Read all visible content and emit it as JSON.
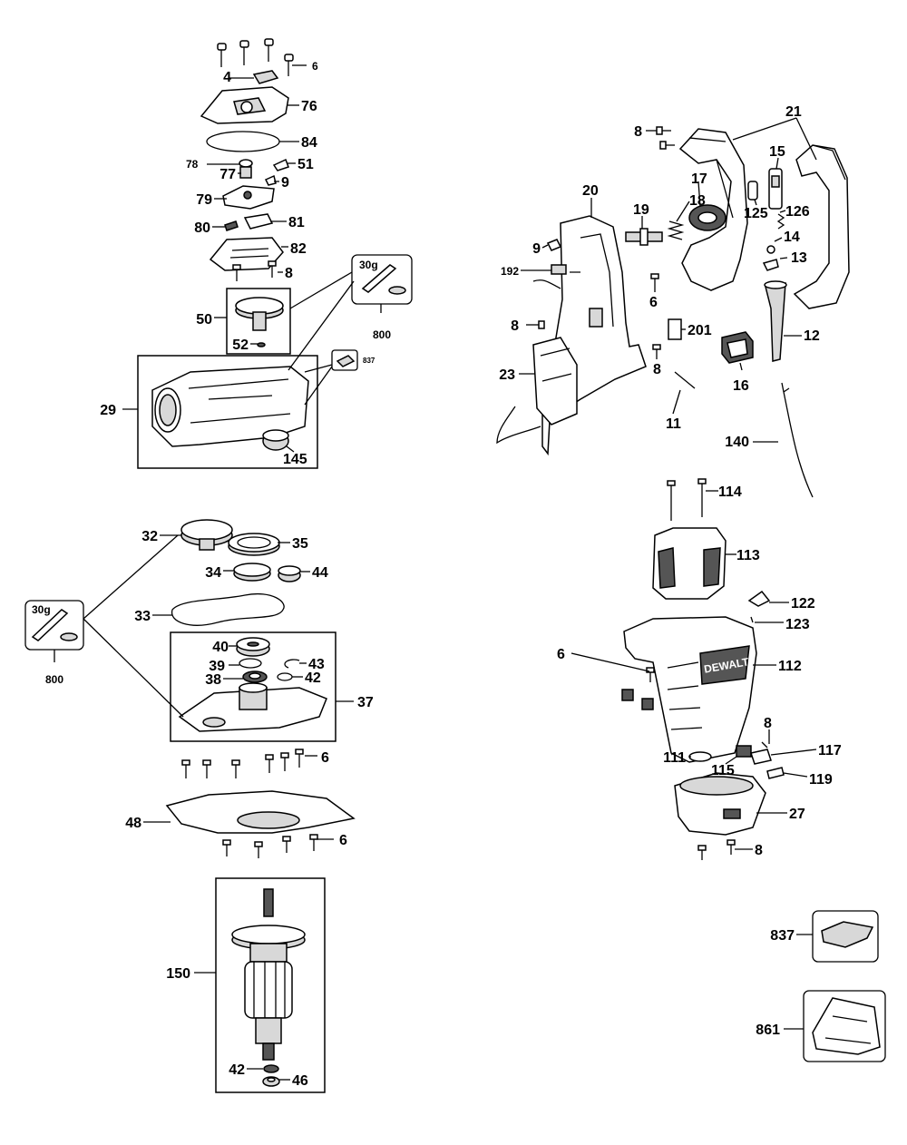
{
  "labels": {
    "p4": "4",
    "p6a": "6",
    "p76": "76",
    "p84": "84",
    "p78": "78",
    "p77": "77",
    "p51": "51",
    "p9a": "9",
    "p79": "79",
    "p80": "80",
    "p81": "81",
    "p82": "82",
    "p8a": "8",
    "p50": "50",
    "p52": "52",
    "p29": "29",
    "p145": "145",
    "p800a": "800",
    "p30ga": "30g",
    "p837a": "837",
    "p32": "32",
    "p35": "35",
    "p34": "34",
    "p44": "44",
    "p33": "33",
    "p40": "40",
    "p39": "39",
    "p43": "43",
    "p38": "38",
    "p42a": "42",
    "p37": "37",
    "p30gb": "30g",
    "p800b": "800",
    "p6b": "6",
    "p48": "48",
    "p6c": "6",
    "p150": "150",
    "p42b": "42",
    "p46": "46",
    "p21": "21",
    "p8b": "8",
    "p15": "15",
    "p17": "17",
    "p20": "20",
    "p18": "18",
    "p19": "19",
    "p125": "125",
    "p126": "126",
    "p9b": "9",
    "p14": "14",
    "p13": "13",
    "p192": "192",
    "p6d": "6",
    "p8c": "8",
    "p201": "201",
    "p12": "12",
    "p23": "23",
    "p8d": "8",
    "p16": "16",
    "p11": "11",
    "p140": "140",
    "p114": "114",
    "p113": "113",
    "p122": "122",
    "p123": "123",
    "p6e": "6",
    "p112": "112",
    "p8e": "8",
    "p117": "117",
    "p111": "111",
    "p115": "115",
    "p119": "119",
    "p27": "27",
    "p8f": "8",
    "p837b": "837",
    "p861": "861",
    "brand": "DEWALT"
  }
}
